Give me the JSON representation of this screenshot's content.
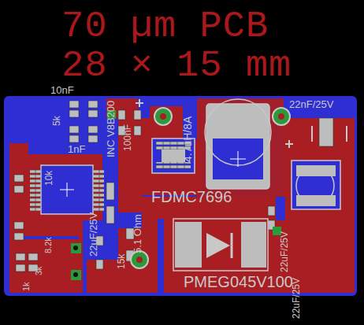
{
  "diagram": {
    "title": "70 µm PCB",
    "labels": [
      "28 × 15 mm",
      "10nF",
      "5k",
      "1nF",
      "INC V8B200",
      "100nF",
      "4.7uH/8A",
      "22nF/25V",
      "10k",
      "22uF/25V",
      "FDMC7696",
      "5.1 Ohm",
      "15k",
      "8.2k",
      "3k",
      "1k",
      "PMEG045V100",
      "22uF/25V",
      "22uF/25V"
    ]
  }
}
